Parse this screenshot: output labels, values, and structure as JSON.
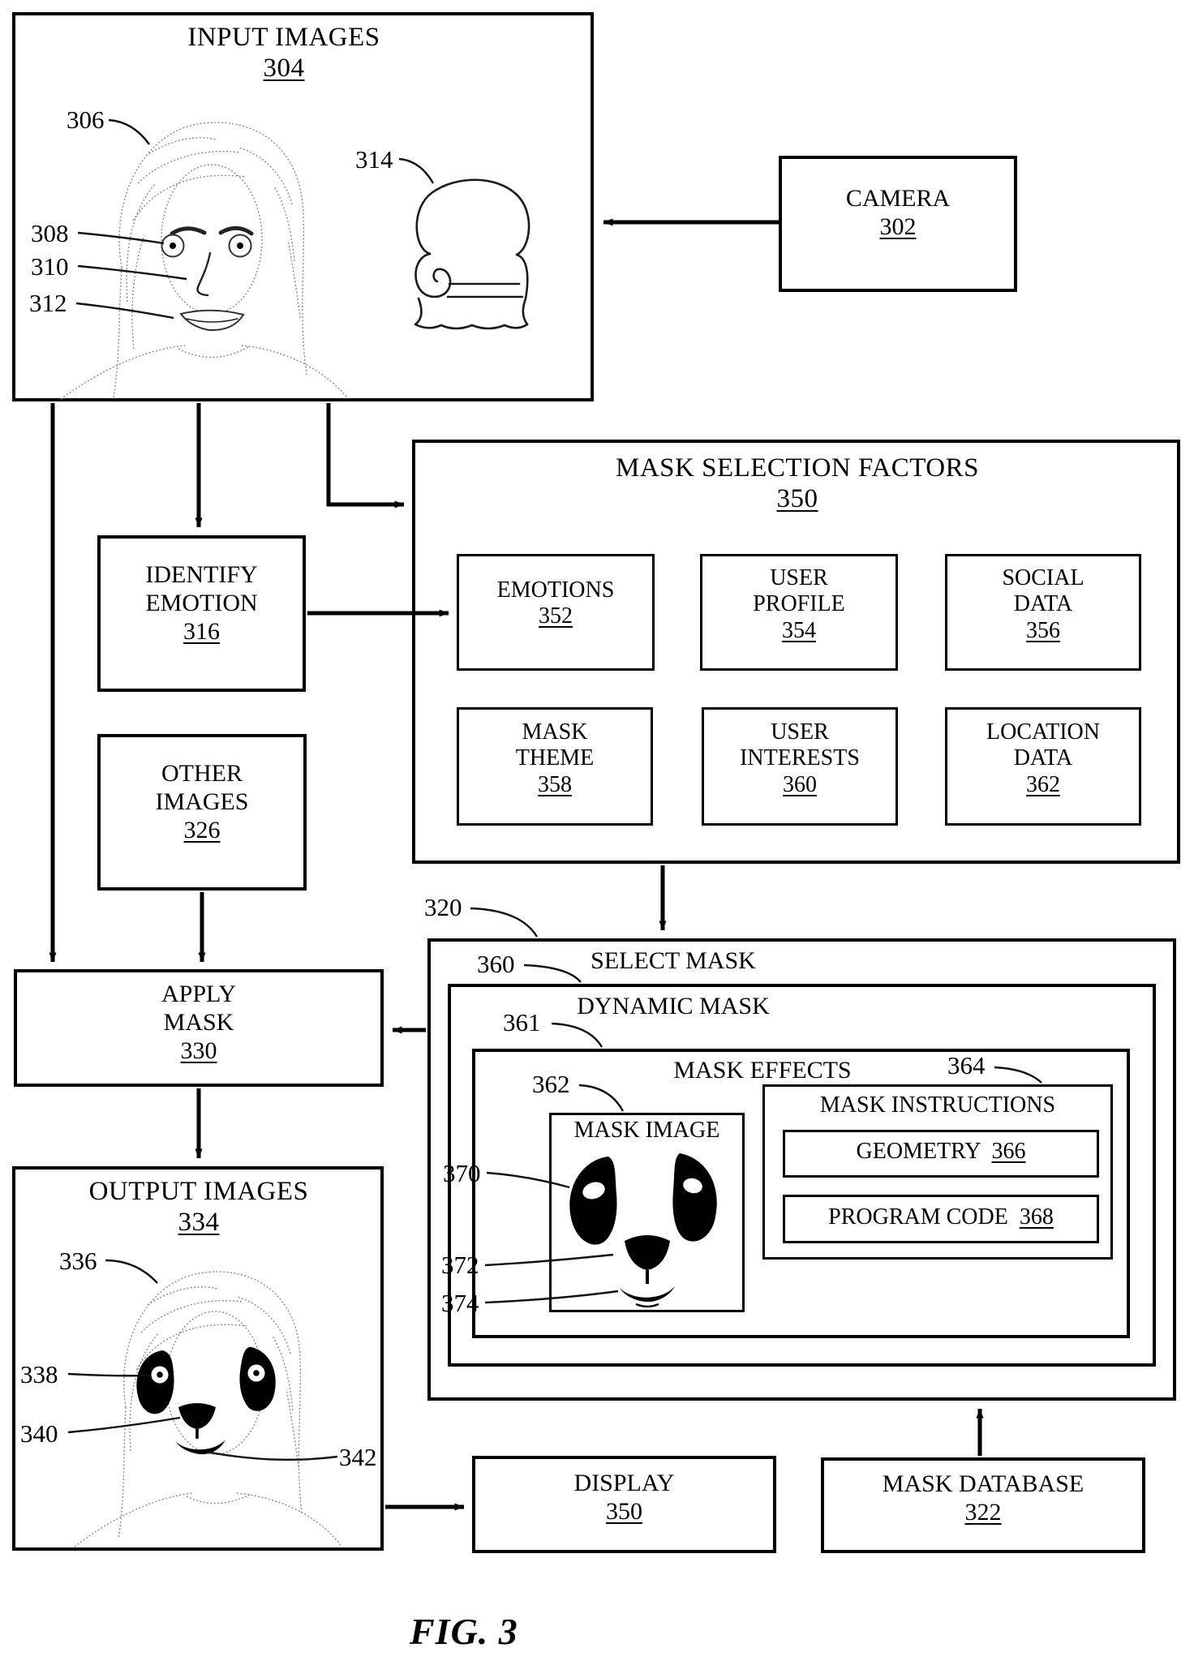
{
  "figure_caption": "FIG. 3",
  "boxes": {
    "input_images": {
      "title": "INPUT IMAGES",
      "num": "304"
    },
    "camera": {
      "title": "CAMERA",
      "num": "302"
    },
    "identify_emotion": {
      "line1": "IDENTIFY",
      "line2": "EMOTION",
      "num": "316"
    },
    "other_images": {
      "line1": "OTHER",
      "line2": "IMAGES",
      "num": "326"
    },
    "apply_mask": {
      "line1": "APPLY",
      "line2": "MASK",
      "num": "330"
    },
    "mask_selection_factors": {
      "title": "MASK SELECTION FACTORS",
      "num": "350"
    },
    "emotions": {
      "line1": "EMOTIONS",
      "num": "352"
    },
    "user_profile": {
      "line1": "USER",
      "line2": "PROFILE",
      "num": "354"
    },
    "social_data": {
      "line1": "SOCIAL",
      "line2": "DATA",
      "num": "356"
    },
    "mask_theme": {
      "line1": "MASK",
      "line2": "THEME",
      "num": "358"
    },
    "user_interests": {
      "line1": "USER",
      "line2": "INTERESTS",
      "num": "360"
    },
    "location_data": {
      "line1": "LOCATION",
      "line2": "DATA",
      "num": "362"
    },
    "select_mask": {
      "title": "SELECT MASK"
    },
    "dynamic_mask": {
      "title": "DYNAMIC MASK"
    },
    "mask_effects": {
      "title": "MASK EFFECTS"
    },
    "mask_image": {
      "title": "MASK IMAGE"
    },
    "mask_instructions": {
      "title": "MASK INSTRUCTIONS"
    },
    "geometry": {
      "label": "GEOMETRY",
      "num": "366"
    },
    "program_code": {
      "label": "PROGRAM CODE",
      "num": "368"
    },
    "output_images": {
      "title": "OUTPUT IMAGES",
      "num": "334"
    },
    "display": {
      "title": "DISPLAY",
      "num": "350"
    },
    "mask_database": {
      "title": "MASK DATABASE",
      "num": "322"
    }
  },
  "refs": {
    "306": "306",
    "308": "308",
    "310": "310",
    "312": "312",
    "314": "314",
    "320": "320",
    "336": "336",
    "338": "338",
    "340": "340",
    "342": "342",
    "360": "360",
    "361": "361",
    "362": "362",
    "364": "364",
    "370": "370",
    "372": "372",
    "374": "374"
  }
}
